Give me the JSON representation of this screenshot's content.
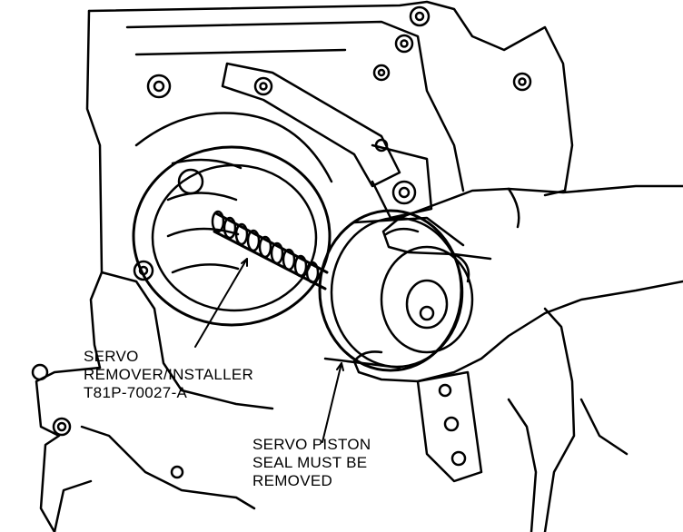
{
  "callouts": {
    "tool": {
      "line1": "SERVO",
      "line2": "REMOVER/INSTALLER",
      "line3": "T81P-70027-A"
    },
    "seal": {
      "line1": "SERVO PISTON",
      "line2": "SEAL MUST BE",
      "line3": "REMOVED"
    }
  },
  "colors": {
    "ink": "#000000",
    "paper": "#ffffff"
  }
}
